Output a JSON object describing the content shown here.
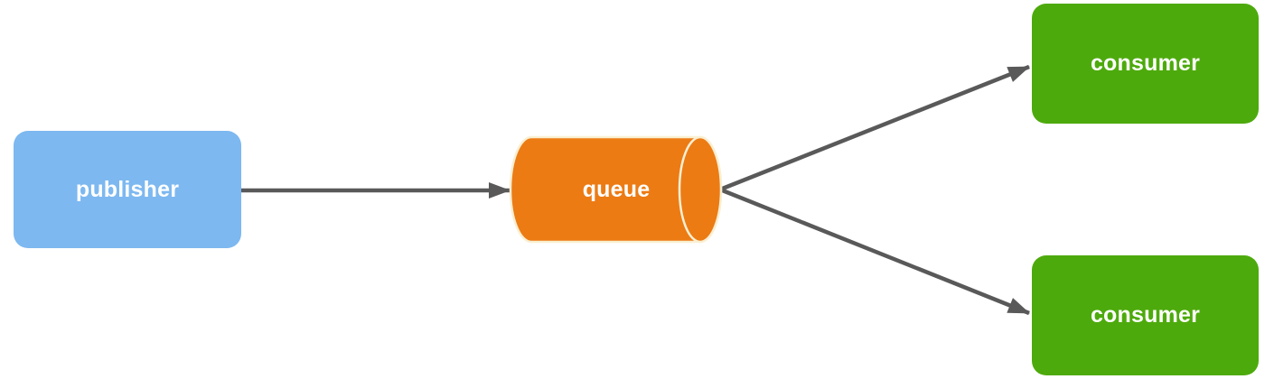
{
  "diagram": {
    "type": "flow",
    "background": "#ffffff",
    "nodes": [
      {
        "id": "publisher",
        "label": "publisher",
        "shape": "rounded-rectangle",
        "fill": "#7db8f0",
        "text_color": "#ffffff"
      },
      {
        "id": "queue",
        "label": "queue",
        "shape": "horizontal-cylinder",
        "fill": "#ec7b14",
        "rim_color": "#f9efd2",
        "text_color": "#ffffff"
      },
      {
        "id": "consumer-top",
        "label": "consumer",
        "shape": "rounded-rectangle",
        "fill": "#4daa0c",
        "text_color": "#ffffff"
      },
      {
        "id": "consumer-bottom",
        "label": "consumer",
        "shape": "rounded-rectangle",
        "fill": "#4daa0c",
        "text_color": "#ffffff"
      }
    ],
    "edges": [
      {
        "from": "publisher",
        "to": "queue",
        "style": "arrow",
        "color": "#595959"
      },
      {
        "from": "queue",
        "to": "consumer-top",
        "style": "arrow",
        "color": "#595959"
      },
      {
        "from": "queue",
        "to": "consumer-bottom",
        "style": "arrow",
        "color": "#595959"
      }
    ]
  }
}
